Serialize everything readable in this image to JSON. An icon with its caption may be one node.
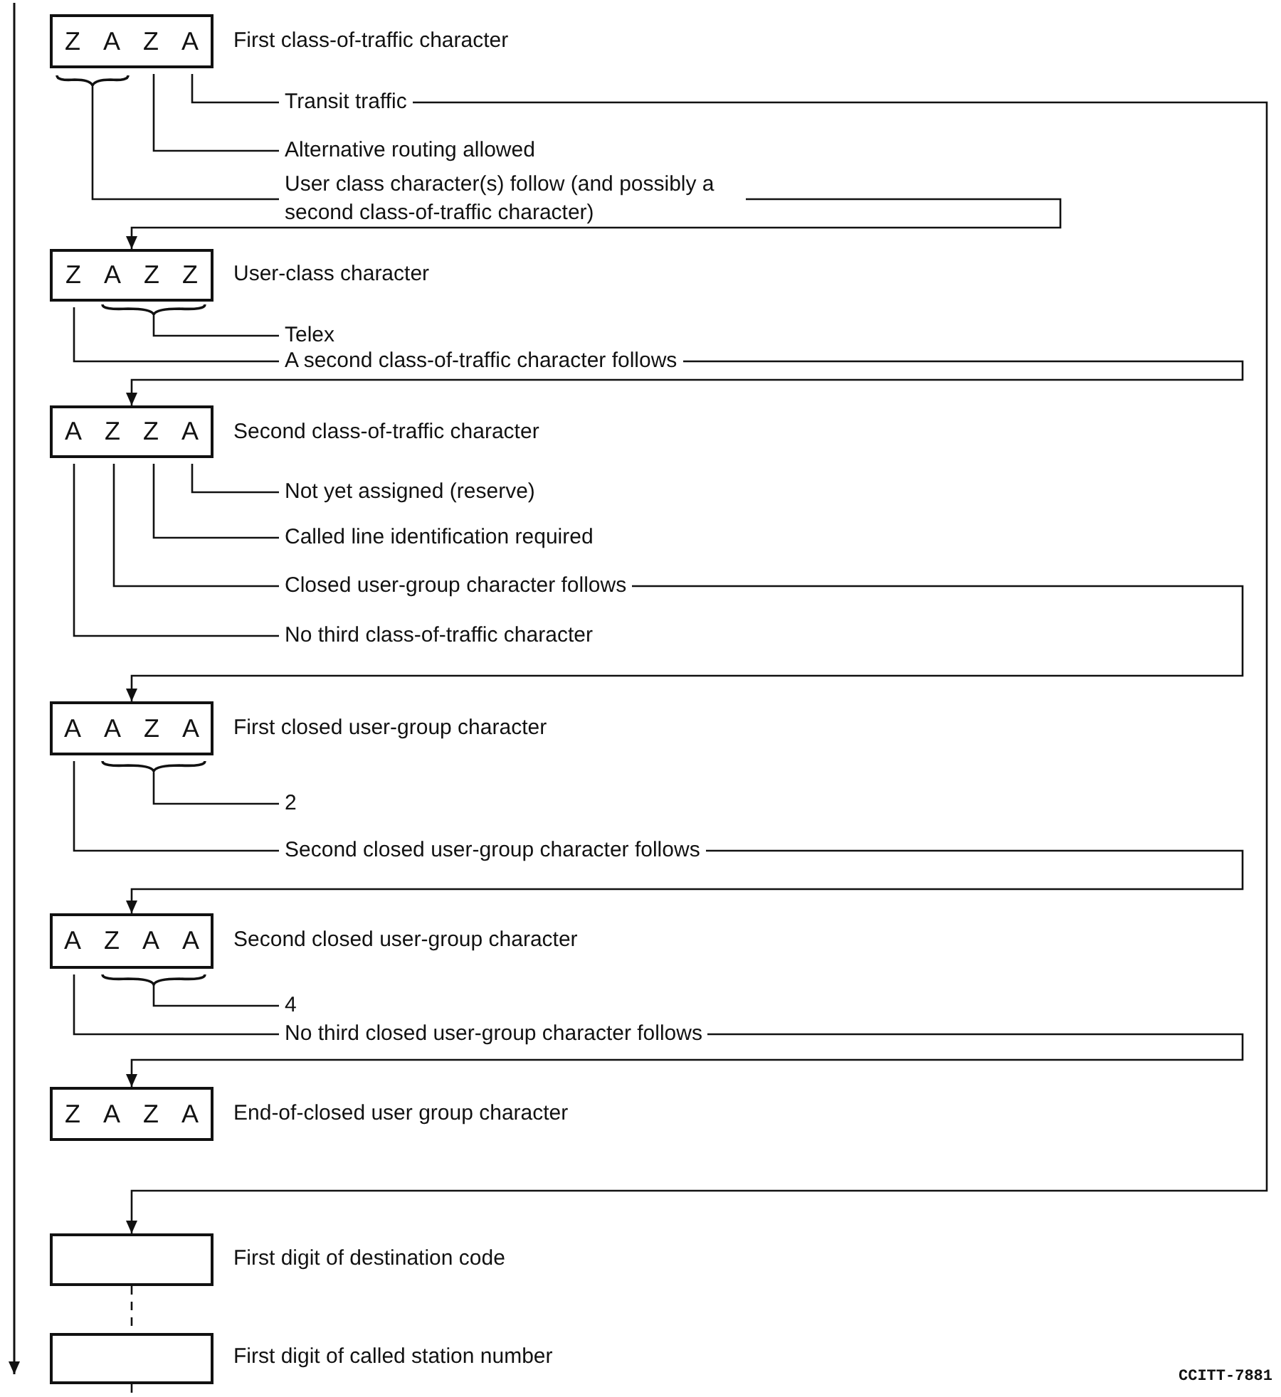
{
  "diagram": {
    "nodes": [
      {
        "text": [
          "ZAZA"
        ],
        "beside": [
          "First class-of-traffic character"
        ]
      },
      {
        "text": [
          "Transit traffic"
        ]
      },
      {
        "text": [
          "Alternative routing allowed"
        ]
      },
      {
        "text": [
          "User class character(s) follow (and possibly a second class-of-traffic character)"
        ]
      },
      {
        "text": [
          "ZAZZ"
        ],
        "beside": [
          "User-class character"
        ]
      },
      {
        "text": [
          "Telex"
        ]
      },
      {
        "text": [
          "A second class-of-traffic character follows"
        ]
      },
      {
        "text": [
          "AZZA"
        ],
        "beside": [
          "Second class-of-traffic character"
        ]
      },
      {
        "text": [
          "Not yet assigned (reserve)"
        ]
      },
      {
        "text": [
          "Called line identification required"
        ]
      },
      {
        "text": [
          "Closed user-group character follows"
        ]
      },
      {
        "text": [
          "No third class-of-traffic character"
        ]
      },
      {
        "text": [
          "AAZA"
        ],
        "beside": [
          "First closed user-group character"
        ]
      },
      {
        "text": [
          "2"
        ]
      },
      {
        "text": [
          "Second closed user-group character follows"
        ]
      },
      {
        "text": [
          "AZAA"
        ],
        "beside": [
          "Second closed user-group character"
        ]
      },
      {
        "text": [
          "4"
        ]
      },
      {
        "text": [
          "No third closed user-group character follows"
        ]
      },
      {
        "text": [
          "ZAZA"
        ],
        "beside": [
          "End-of-closed user group character"
        ]
      },
      {
        "text": [],
        "shape": "box",
        "beside": [
          "First digit of destination code"
        ]
      },
      {
        "text": [],
        "shape": "box",
        "beside": [
          "First digit of called station number"
        ]
      }
    ],
    "edges": [
      {
        "from": 1,
        "to": 0,
        "arrow": "none"
      },
      {
        "from": 1,
        "to": 19,
        "arrow": "to"
      },
      {
        "from": 2,
        "to": 0,
        "arrow": "none"
      },
      {
        "from": 3,
        "to": 0,
        "arrow": "none"
      },
      {
        "from": 3,
        "to": 4,
        "arrow": "to"
      },
      {
        "from": 5,
        "to": 4,
        "arrow": "none"
      },
      {
        "from": 6,
        "to": 4,
        "arrow": "none"
      },
      {
        "from": 6,
        "to": 7,
        "arrow": "to"
      },
      {
        "from": 8,
        "to": 7,
        "arrow": "none"
      },
      {
        "from": 9,
        "to": 7,
        "arrow": "none"
      },
      {
        "from": 10,
        "to": 7,
        "arrow": "none"
      },
      {
        "from": 10,
        "to": 12,
        "arrow": "to"
      },
      {
        "from": 11,
        "to": 7,
        "arrow": "none"
      },
      {
        "from": 13,
        "to": 12,
        "arrow": "none"
      },
      {
        "from": 14,
        "to": 12,
        "arrow": "none"
      },
      {
        "from": 14,
        "to": 15,
        "arrow": "to"
      },
      {
        "from": 16,
        "to": 15,
        "arrow": "none"
      },
      {
        "from": 17,
        "to": 15,
        "arrow": "none"
      },
      {
        "from": 17,
        "to": 18,
        "arrow": "to"
      },
      {
        "from": 19,
        "to": 20,
        "arrow": "none",
        "style": "dashed"
      },
      {
        "from": 20,
        "to": null,
        "arrow": "none",
        "style": "dashed"
      }
    ],
    "labels": [
      "CCITT-7881"
    ]
  }
}
